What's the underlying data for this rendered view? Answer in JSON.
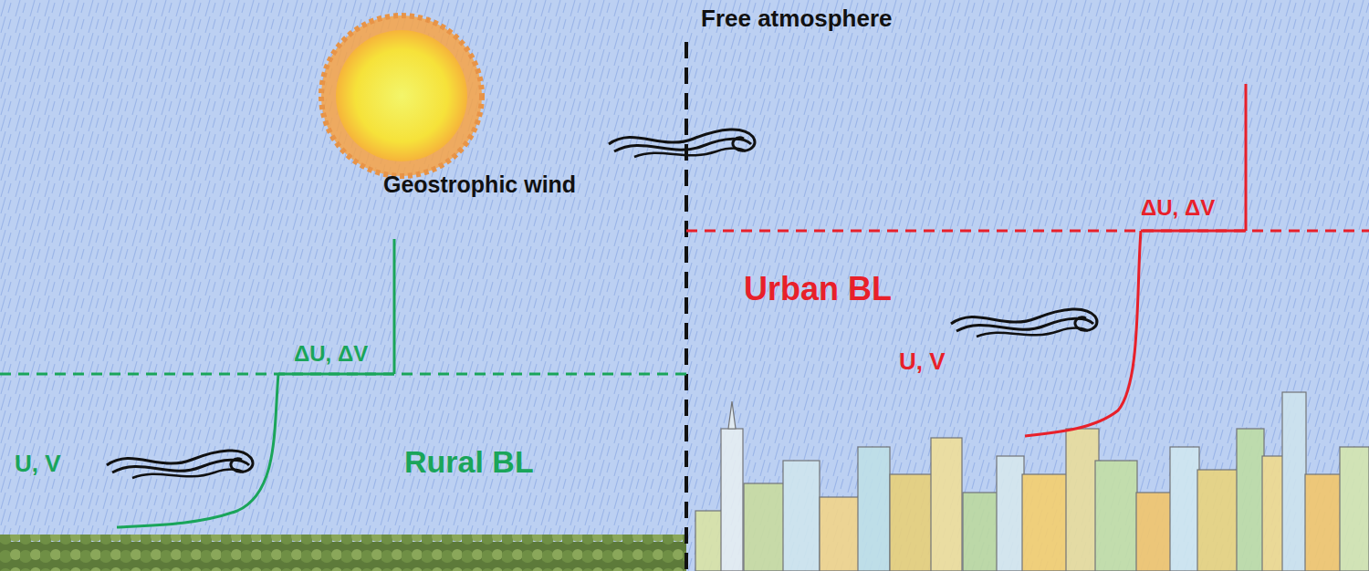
{
  "diagram": {
    "labels": [
      "Free atmosphere",
      "Geostrophic wind",
      "ΔU, ΔV",
      "U, V",
      "Rural BL",
      "Urban BL",
      "ΔU, ΔV",
      "U, V"
    ]
  }
}
